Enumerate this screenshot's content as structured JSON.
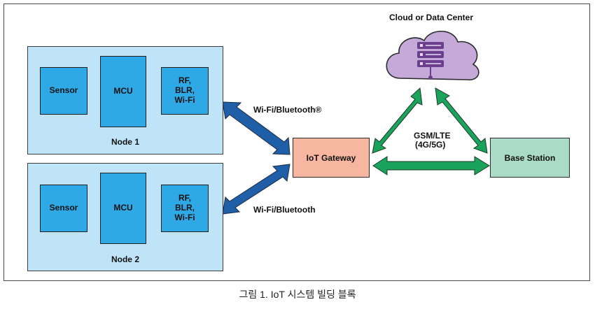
{
  "cloud": {
    "label": "Cloud or Data Center",
    "icon": "server-rack-icon"
  },
  "nodes": [
    {
      "name": "Node 1",
      "sensor": "Sensor",
      "mcu": "MCU",
      "radio": "RF,\nBLR,\nWi-Fi"
    },
    {
      "name": "Node 2",
      "sensor": "Sensor",
      "mcu": "MCU",
      "radio": "RF,\nBLR,\nWi-Fi"
    }
  ],
  "links": {
    "node1_gateway": "Wi-Fi/Bluetooth®",
    "node2_gateway": "Wi-Fi/Bluetooth",
    "cellular_line1": "GSM/LTE",
    "cellular_line2": "(4G/5G)"
  },
  "gateway": {
    "label": "IoT Gateway"
  },
  "base_station": {
    "label": "Base Station"
  },
  "caption": "그림 1. IoT 시스템 빌딩 블록",
  "colors": {
    "node_panel": "#bfe3f7",
    "block": "#2fa9e6",
    "gateway": "#f7b6a0",
    "base_station": "#a9dbc7",
    "cloud": "#c4a9d9",
    "server": "#6b3f8e",
    "blue_arrow": "#1f5fa8",
    "green_arrow": "#1aa35a"
  }
}
